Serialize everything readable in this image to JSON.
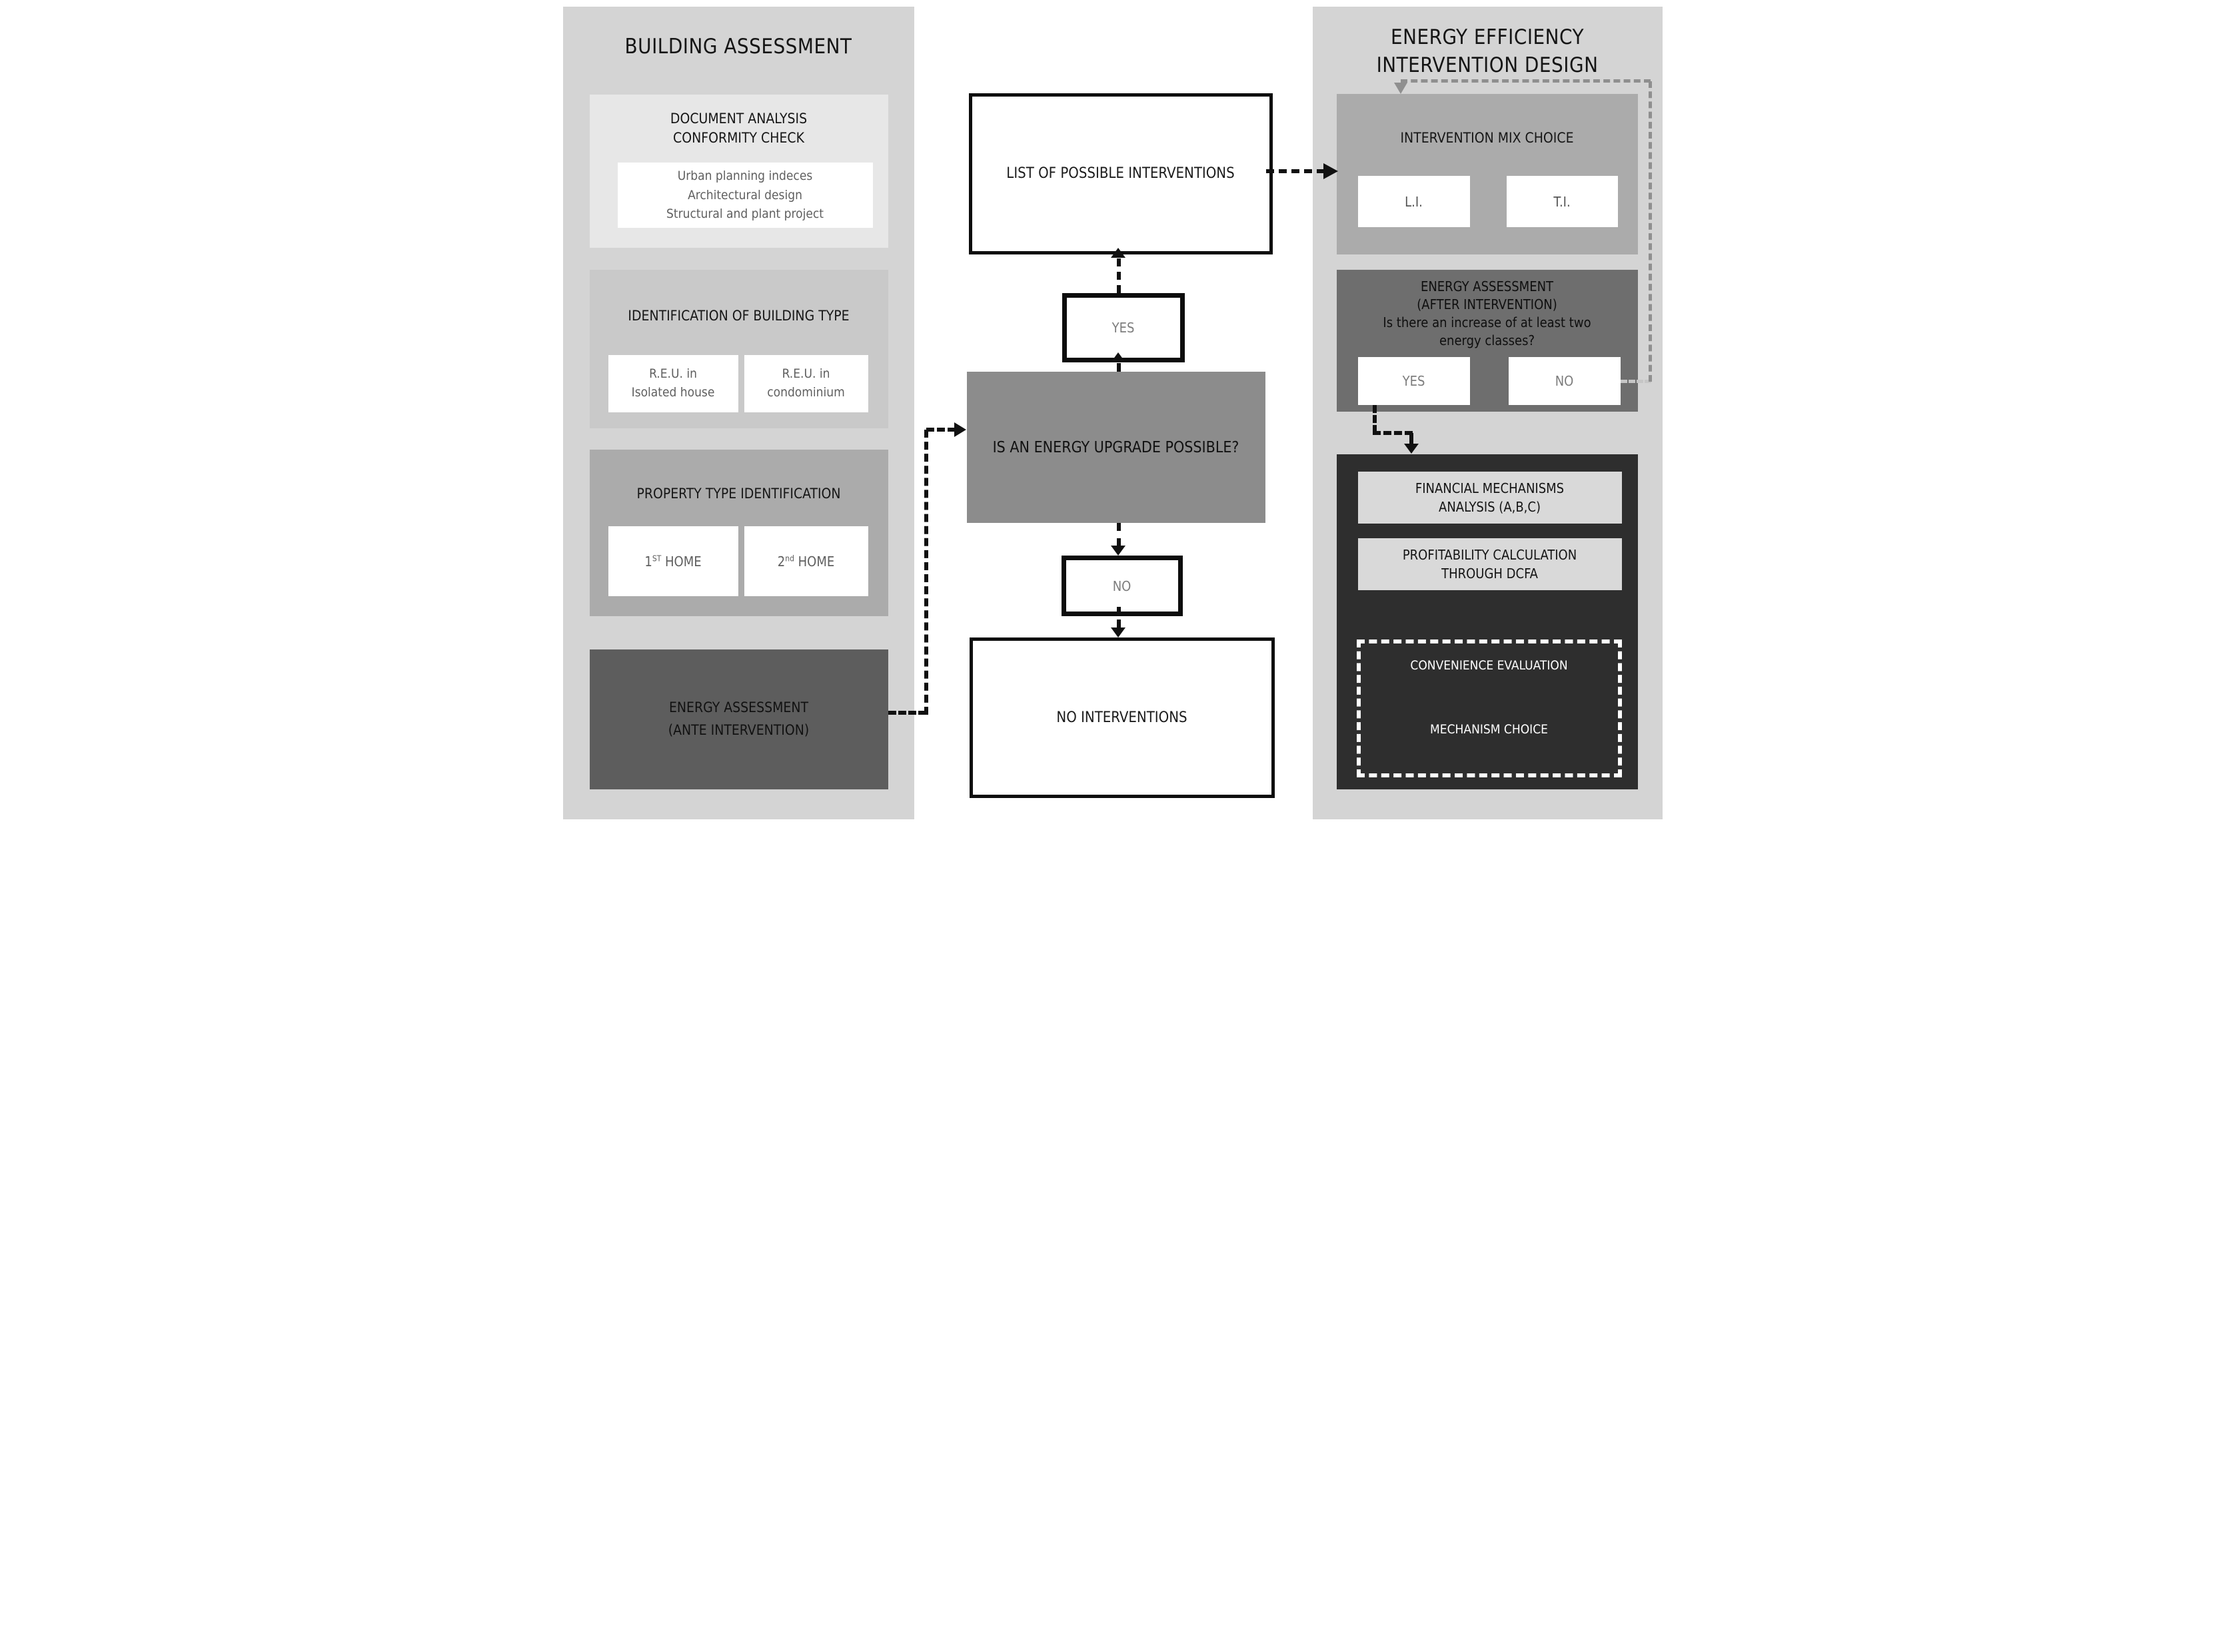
{
  "colors": {
    "panel_bg": "#d4d4d4",
    "doc_analysis_bg": "#e7e7e7",
    "building_type_bg": "#c9c9c9",
    "property_type_bg": "#ababab",
    "energy_ante_bg": "#5d5d5d",
    "question_bg": "#8c8c8c",
    "mix_bg": "#ababab",
    "energy_after_bg": "#6e6e6e",
    "dark_bg": "#2e2e2e",
    "light_inner_bg": "#d9d9d9",
    "flow_line": "#111111",
    "feedback_line": "#8f8f8f"
  },
  "left_panel": {
    "title": "BUILDING ASSESSMENT",
    "document_analysis": {
      "title_lines": [
        "DOCUMENT ANALYSIS",
        "CONFORMITY CHECK"
      ],
      "items": [
        "Urban planning indeces",
        "Architectural design",
        "Structural and plant project"
      ]
    },
    "building_type": {
      "title": "IDENTIFICATION OF BUILDING TYPE",
      "options": [
        {
          "line1": "R.E.U. in",
          "line2": "Isolated house"
        },
        {
          "line1": "R.E.U. in",
          "line2": "condominium"
        }
      ]
    },
    "property_type": {
      "title": "PROPERTY TYPE IDENTIFICATION",
      "options": [
        {
          "num": "1",
          "sup": "ST",
          "rest": "HOME"
        },
        {
          "num": "2",
          "sup": "nd",
          "rest": "HOME"
        }
      ]
    },
    "energy_ante": {
      "line1": "ENERGY ASSESSMENT",
      "line2": "(ANTE INTERVENTION)"
    }
  },
  "flow": {
    "list_box": "LIST OF POSSIBLE INTERVENTIONS",
    "yes": "YES",
    "question": "IS AN ENERGY UPGRADE POSSIBLE?",
    "no": "NO",
    "no_interventions": "NO INTERVENTIONS"
  },
  "right_panel": {
    "title_lines": [
      "ENERGY EFFICIENCY",
      "INTERVENTION DESIGN"
    ],
    "mix_choice": {
      "title": "INTERVENTION MIX CHOICE",
      "options": [
        "L.I.",
        "T.I."
      ]
    },
    "energy_after": {
      "line1": "ENERGY ASSESSMENT",
      "line2": "(AFTER INTERVENTION)",
      "line3": "Is there an increase of at least two",
      "line4": "energy classes?",
      "yes": "YES",
      "no": "NO"
    },
    "financial": {
      "mechanisms_lines": [
        "FINANCIAL MECHANISMS",
        "ANALYSIS (A,B,C)"
      ],
      "profitability_lines": [
        "PROFITABILITY CALCULATION",
        "THROUGH DCFA"
      ],
      "convenience": "CONVENIENCE EVALUATION",
      "mechanism_choice": "MECHANISM CHOICE"
    }
  }
}
